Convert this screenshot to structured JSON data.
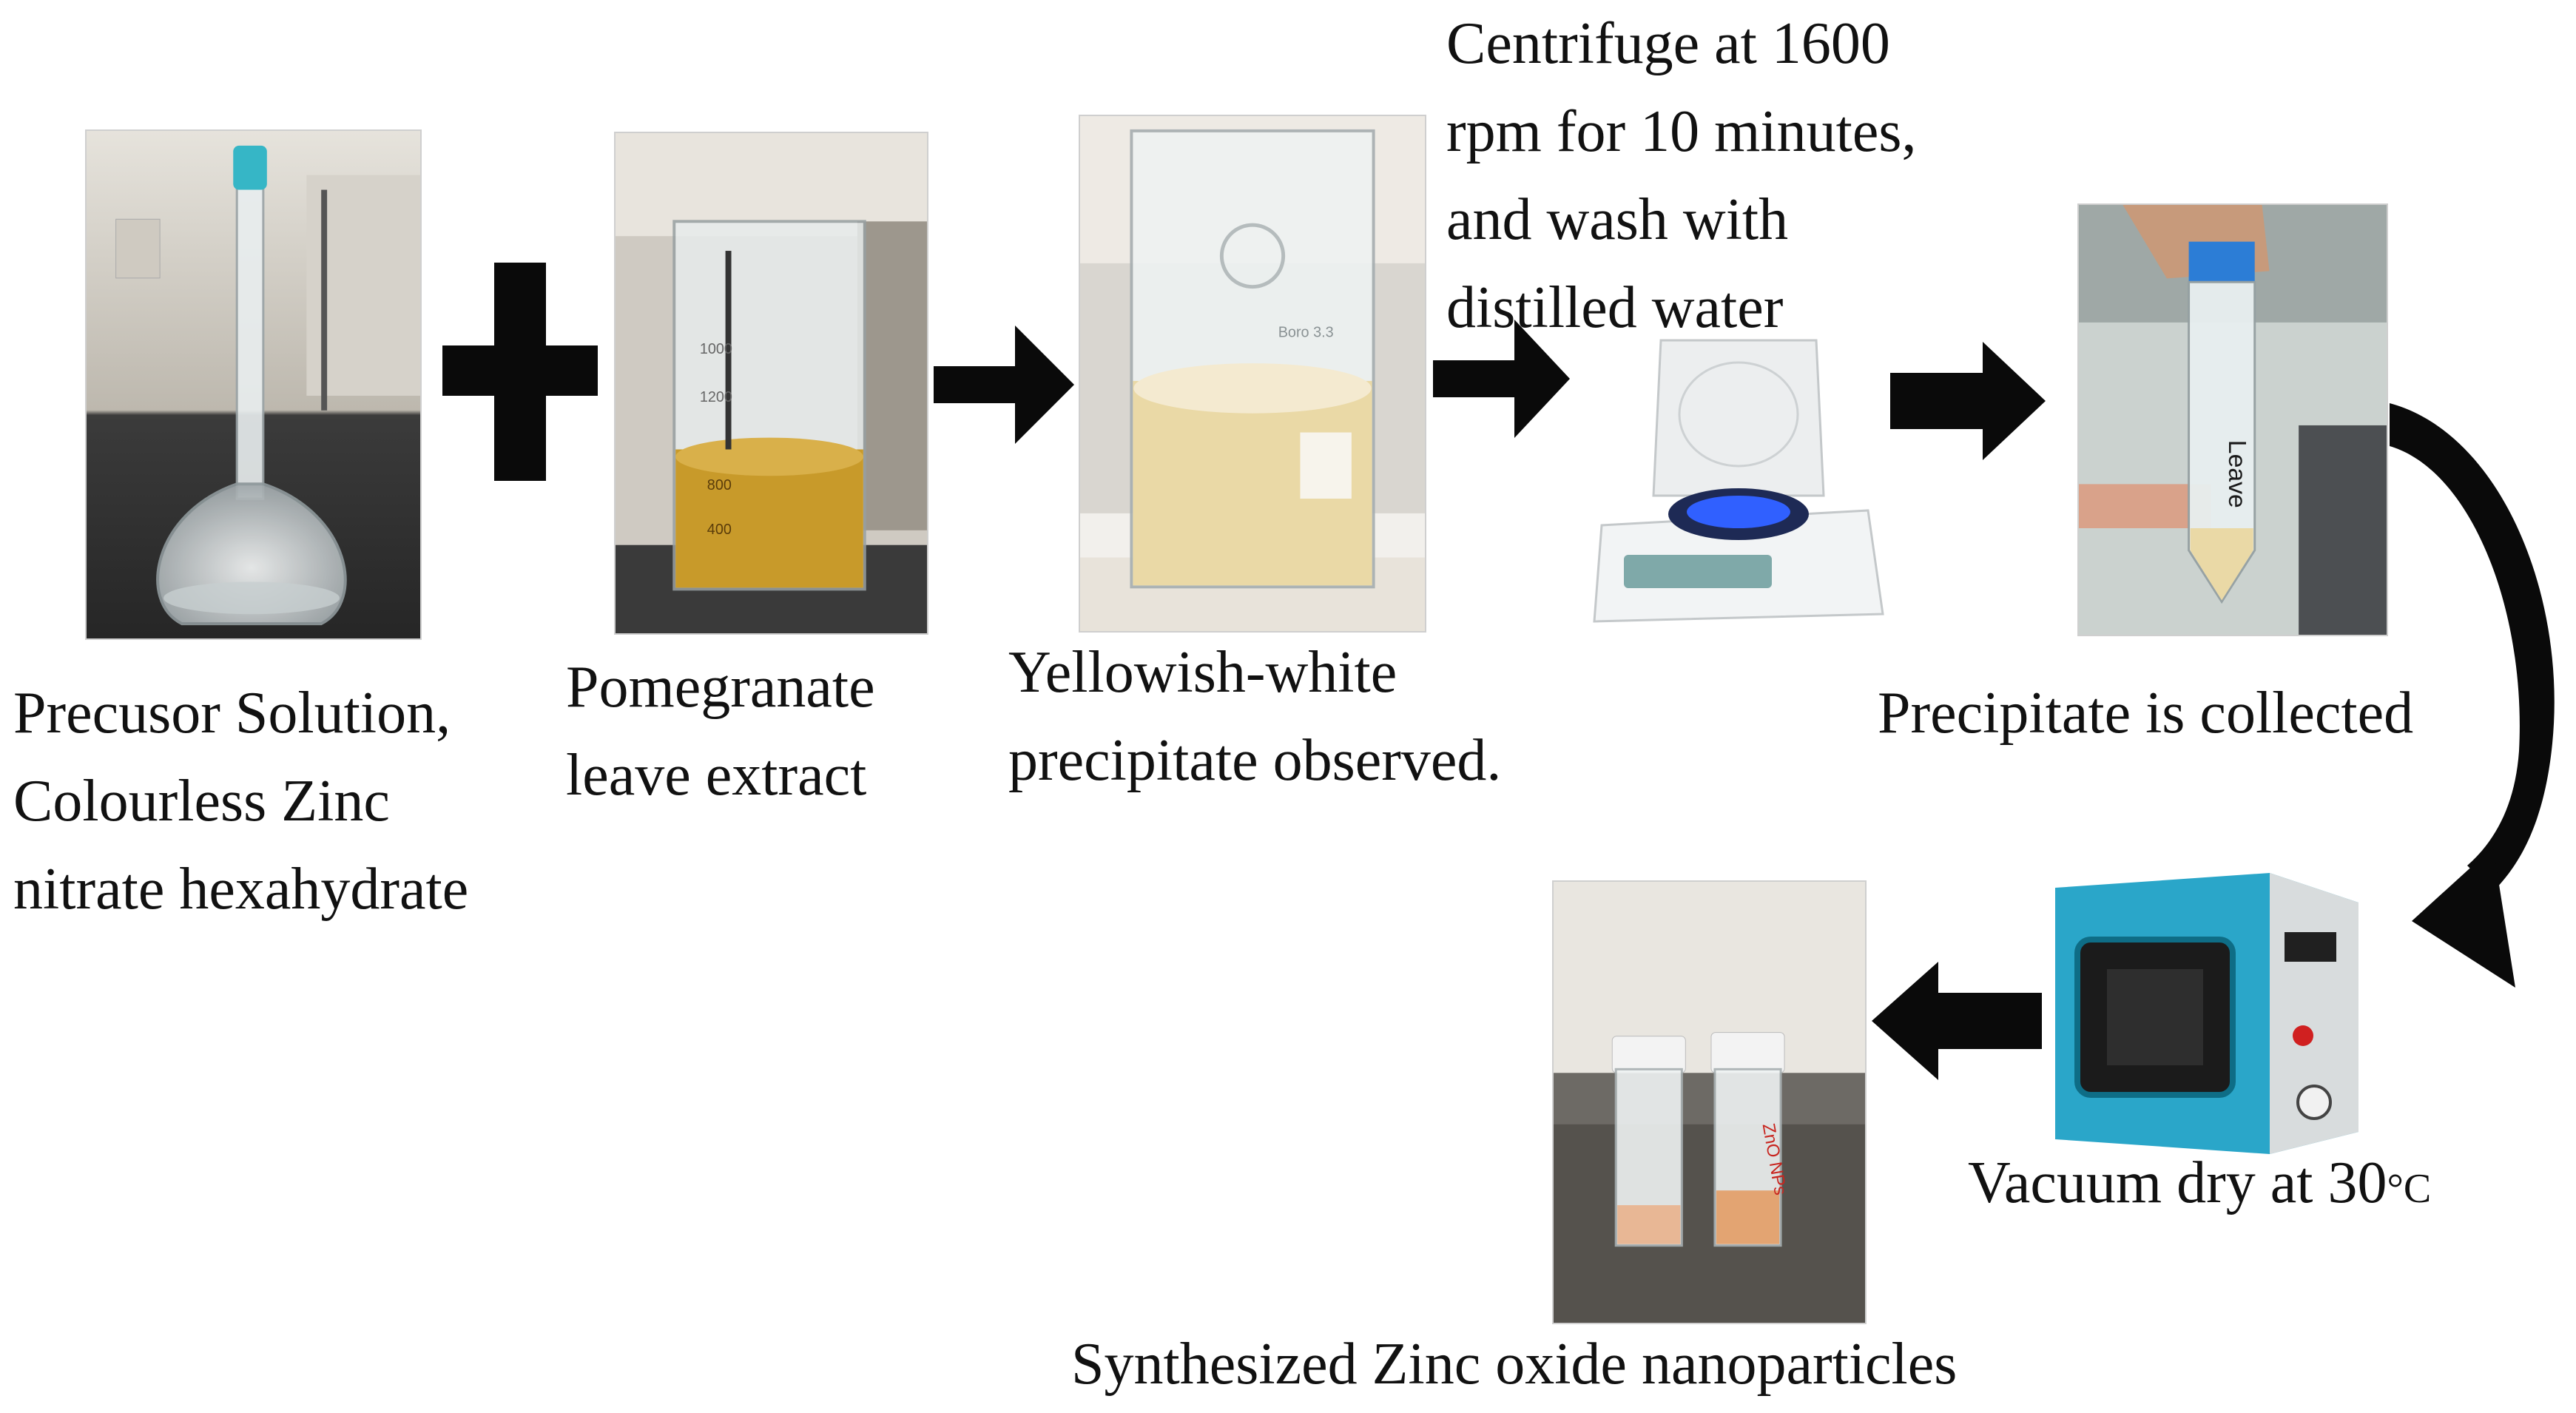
{
  "labels": {
    "precursor": [
      "Precusor Solution,",
      "Colourless Zinc",
      "nitrate hexahydrate"
    ],
    "extract": [
      "Pomegranate",
      "leave extract"
    ],
    "precipitate_observed": [
      "Yellowish-white",
      "precipitate observed."
    ],
    "centrifuge": [
      "Centrifuge at 1600",
      "rpm for 10 minutes,",
      "and wash with",
      "distilled water"
    ],
    "collected": "Precipitate is collected",
    "vacuum": "Vacuum dry at 30",
    "vacuum_unit": "°C",
    "product": "Synthesized Zinc oxide nanoparticles"
  },
  "photo_labels": {
    "beaker_brand": "Boro 3.3",
    "beaker_marks": [
      "1000",
      "1200",
      "800",
      "400"
    ],
    "tube_text": "Leave",
    "vial_text": "ZnO NPs"
  },
  "colors": {
    "arrow": "#0a0a0a",
    "extract": "#c89a2a",
    "precipitate": "#ead9a6",
    "oven": "#2aa6c9",
    "centrifuge_glow": "#3060ff",
    "text": "#111111"
  }
}
